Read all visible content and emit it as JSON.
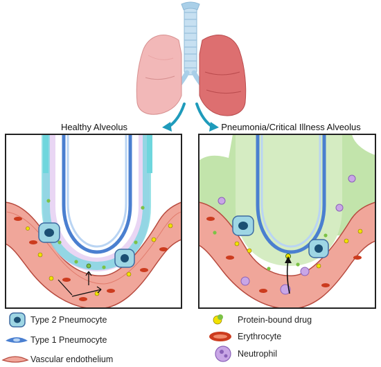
{
  "panels": {
    "healthy_title": "Healthy Alveolus",
    "illness_title": "Pneumonia/Critical Illness Alveolus"
  },
  "legend": {
    "type2": "Type 2 Pneumocyte",
    "type1": "Type 1 Pneumocyte",
    "endothelium": "Vascular endothelium",
    "drug": "Protein-bound drug",
    "erythrocyte": "Erythrocyte",
    "neutrophil": "Neutrophil"
  },
  "colors": {
    "lung_healthy": "#f2b8b8",
    "lung_sick": "#dd6f70",
    "trachea": "#b9d8ee",
    "arrow": "#1f9bbb",
    "healthy_halo": "#6ed6dd",
    "healthy_interstitium": "#e7d2f3",
    "sick_edema": "#b7df9c",
    "capillary": "#f0a69a",
    "pneumocyte_blue": "#4a7fd0",
    "drug_green": "#7cc246",
    "drug_yellow": "#f2e200",
    "erythrocyte": "#cc3b1e",
    "neutrophil": "#c9a6e6"
  }
}
